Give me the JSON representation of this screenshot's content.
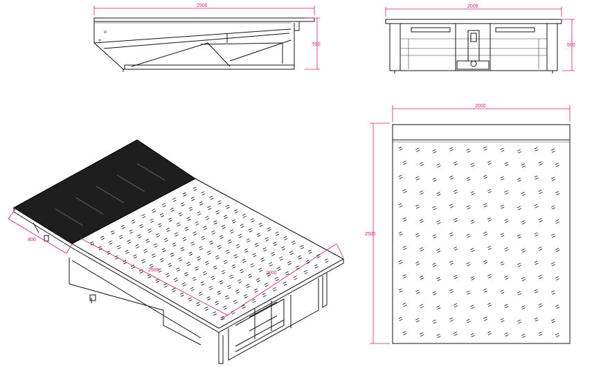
{
  "colors": {
    "line": "#111111",
    "dimension": "#d21a78",
    "background": "#ffffff",
    "grating": "#222222"
  },
  "side_view": {
    "width_label": "2500",
    "height_label": "590"
  },
  "front_view": {
    "width_label": "2000",
    "height_label": "590"
  },
  "top_view": {
    "width_label": "2000",
    "length_label": "2500"
  },
  "iso_view": {
    "lip_label": "800",
    "length_label": "2500",
    "width_label": "2000"
  }
}
